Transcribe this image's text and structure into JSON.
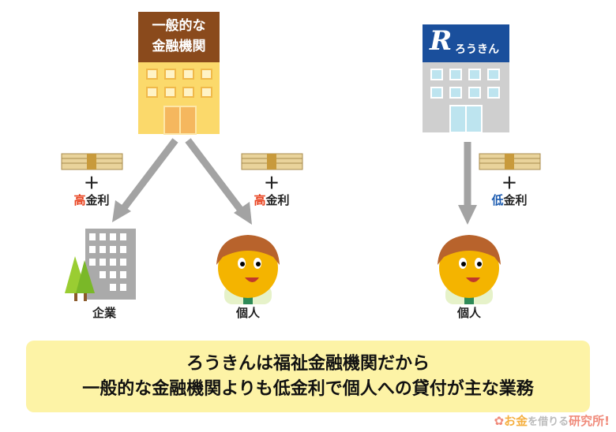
{
  "general_bank": {
    "line1": "一般的な",
    "line2": "金融機関"
  },
  "rokin_bank": {
    "logo_letter": "R",
    "name": "ろうきん"
  },
  "left_branch": {
    "plus": "＋",
    "rate_prefix": "高",
    "rate_suffix": "金利",
    "target": "企業"
  },
  "middle_branch": {
    "plus": "＋",
    "rate_prefix": "高",
    "rate_suffix": "金利",
    "target": "個人"
  },
  "right_branch": {
    "plus": "＋",
    "rate_prefix": "低",
    "rate_suffix": "金利",
    "target": "個人"
  },
  "note": {
    "line1": "ろうきんは福祉金融機関だから",
    "line2": "一般的な金融機関よりも低金利で個人への貸付が主な業務"
  },
  "site_logo": {
    "part1": "お金",
    "part2": "を借りる",
    "part3": "研究所!"
  },
  "colors": {
    "high": "#e8401c",
    "low": "#1d5cb0",
    "brown": "#8a4a1c",
    "rokin_blue": "#1a4f9c"
  }
}
